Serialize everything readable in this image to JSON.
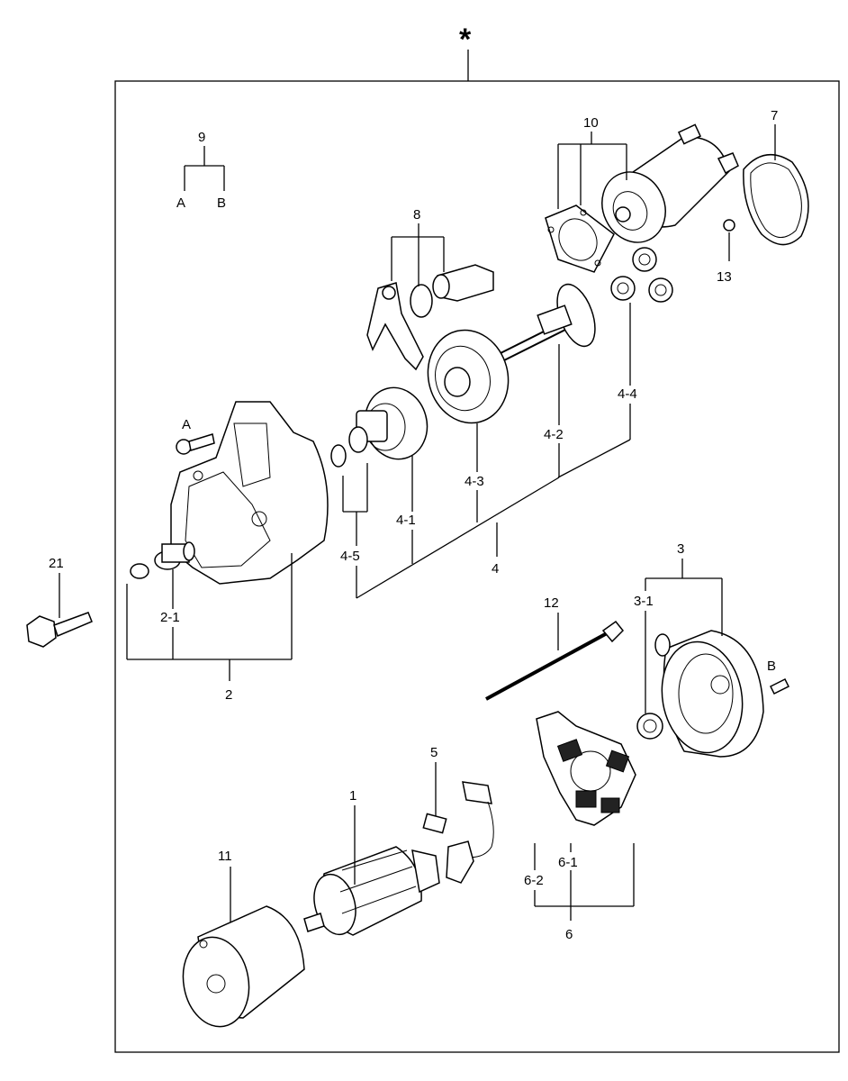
{
  "assembly_marker": "*",
  "callouts": {
    "c1": "1",
    "c2": "2",
    "c2_1": "2-1",
    "c3": "3",
    "c3_1": "3-1",
    "c4": "4",
    "c4_1": "4-1",
    "c4_2": "4-2",
    "c4_3": "4-3",
    "c4_4": "4-4",
    "c4_5": "4-5",
    "c5": "5",
    "c6": "6",
    "c6_1": "6-1",
    "c6_2": "6-2",
    "c7": "7",
    "c8": "8",
    "c9": "9",
    "c9_a": "A",
    "c9_b": "B",
    "c10": "10",
    "c11": "11",
    "c12": "12",
    "c13": "13",
    "c21": "21",
    "screw_a": "A",
    "screw_b": "B"
  },
  "parts": {
    "p1": "armature-icon",
    "p2": "front-housing-icon",
    "p3": "rear-bracket-icon",
    "p4": "drive-assembly-icon",
    "p5": "brush-lead-icon",
    "p6": "brush-holder-icon",
    "p7": "retaining-ring-icon",
    "p8": "shift-lever-icon",
    "p10": "solenoid-icon",
    "p11": "yoke-icon",
    "p12": "through-bolt-icon",
    "p13": "ball-icon",
    "p21": "mounting-bolt-icon"
  }
}
